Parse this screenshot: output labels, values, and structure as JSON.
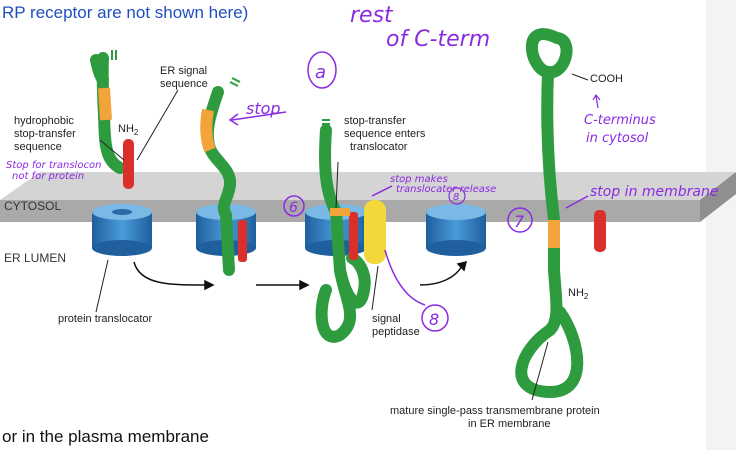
{
  "slide": {
    "top_fragment": "RP receptor are not shown here)",
    "bottom_fragment": "or in the plasma membrane"
  },
  "diagram": {
    "labels": {
      "er_signal_line1": "ER signal",
      "er_signal_line2": "sequence",
      "hydrophobic_line1": "hydrophobic",
      "hydrophobic_line2": "stop-transfer",
      "hydrophobic_line3": "sequence",
      "nh2_top": "NH",
      "nh2_top_sub": "2",
      "stop_transfer_line1": "stop-transfer",
      "stop_transfer_line2": "sequence enters",
      "stop_transfer_line3": "translocator",
      "cytosol": "CYTOSOL",
      "er_lumen": "ER LUMEN",
      "protein_translocator": "protein translocator",
      "signal_peptidase_line1": "signal",
      "signal_peptidase_line2": "peptidase",
      "cooh": "COOH",
      "nh2_bottom": "NH",
      "nh2_bottom_sub": "2",
      "mature_line1": "mature single-pass transmembrane protein",
      "mature_line2": "in ER membrane"
    },
    "annotations": {
      "stop_for_translocon_line1": "Stop for translocon",
      "stop_for_translocon_line2": "not for protein",
      "stop_arrow": "stop",
      "circle_a": "a",
      "top_scribble_line1": "rest",
      "top_scribble_line2": "of C-term",
      "stop_makes_line1": "stop makes",
      "stop_makes_line2": "translocater release",
      "num_6": "6",
      "num_8_small": "8",
      "num_7": "7",
      "num_8": "8",
      "c_terminus_line1": "C-terminus",
      "c_terminus_line2": "in cytosol",
      "stop_in_membrane": "stop in membrane"
    },
    "colors": {
      "protein": "#2e9c3e",
      "signal_orange": "#f2a33a",
      "stop_red": "#d9302c",
      "translocator_blue": "#2f7fc2",
      "membrane_gray": "#b5b5b5",
      "peptidase_yellow": "#f2d83a",
      "annotation_purple": "#8a2be2",
      "link_blue": "#1f4fbf"
    }
  }
}
